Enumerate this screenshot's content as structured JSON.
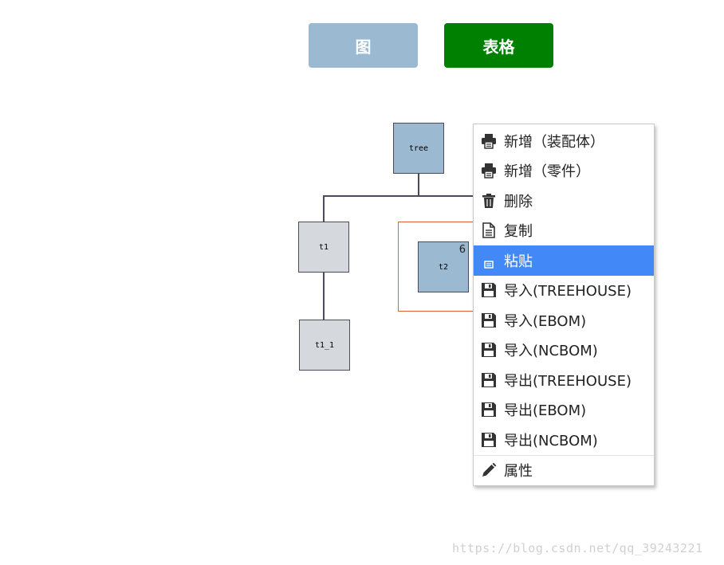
{
  "view_switch": {
    "graph_label": "图",
    "table_label": "表格"
  },
  "tree": {
    "root": {
      "label": "tree"
    },
    "t1": {
      "label": "t1"
    },
    "t1_1": {
      "label": "t1_1"
    },
    "t2": {
      "label": "t2",
      "badge": "6"
    }
  },
  "context_menu": {
    "items": [
      {
        "label": "新增（装配体）",
        "icon": "printer-icon"
      },
      {
        "label": "新增（零件）",
        "icon": "printer-icon"
      },
      {
        "label": "删除",
        "icon": "trash-icon"
      },
      {
        "label": "复制",
        "icon": "document-icon"
      },
      {
        "label": "粘贴",
        "icon": "printer-icon",
        "active": true
      },
      {
        "label": "导入(TREEHOUSE)",
        "icon": "floppy-icon"
      },
      {
        "label": "导入(EBOM)",
        "icon": "floppy-icon"
      },
      {
        "label": "导入(NCBOM)",
        "icon": "floppy-icon"
      },
      {
        "label": "导出(TREEHOUSE)",
        "icon": "floppy-icon"
      },
      {
        "label": "导出(EBOM)",
        "icon": "floppy-icon"
      },
      {
        "label": "导出(NCBOM)",
        "icon": "floppy-icon"
      },
      {
        "label": "属性",
        "icon": "pencil-icon"
      }
    ],
    "active_color": "#4388f7"
  },
  "watermark": "https://blog.csdn.net/qq_39243221"
}
